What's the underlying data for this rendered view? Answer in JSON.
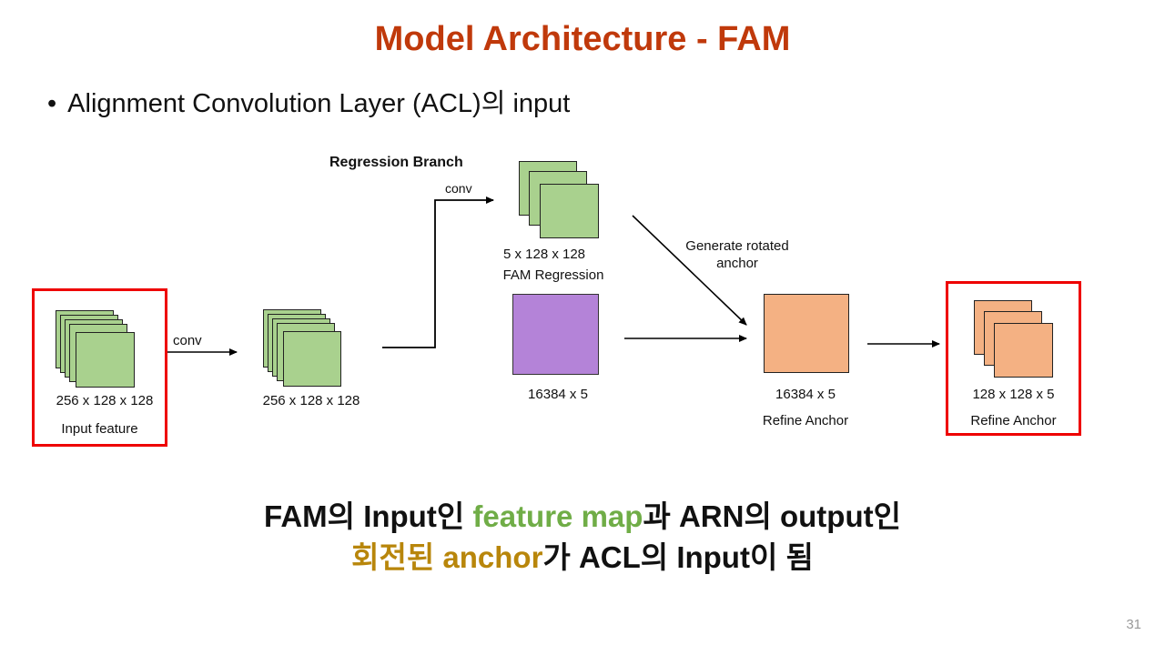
{
  "slide": {
    "title": "Model Architecture  - FAM",
    "bullet_marker": "•",
    "bullet": "Alignment Convolution Layer (ACL)의 input",
    "page_number": "31"
  },
  "diagram": {
    "regression_branch": "Regression Branch",
    "conv_top": "conv",
    "conv_left": "conv",
    "input_dims": "256 x 128 x 128",
    "input_name": "Input feature",
    "conv_out_dims": "256 x 128 x 128",
    "fam_reg_dims": "5 x 128 x 128",
    "fam_reg_name": "FAM Regression",
    "purple_dims": "16384 x 5",
    "generate_label_line1": "Generate rotated",
    "generate_label_line2": "anchor",
    "refine1_dims": "16384 x 5",
    "refine1_name": "Refine Anchor",
    "refine2_dims": "128 x 128 x 5",
    "refine2_name": "Refine Anchor"
  },
  "message": {
    "line1_part1": "FAM의 Input인 ",
    "line1_highlight": "feature map",
    "line1_part2": "과 ARN의 output인",
    "line2_highlight": "회전된 anchor",
    "line2_part2": "가 ACL의 Input이 됨"
  },
  "colors": {
    "title": "#c0390b",
    "green_block": "#a9d18e",
    "orange_block": "#f4b183",
    "purple_block": "#b483d8",
    "highlight_box": "#ee0000",
    "highlight_green": "#70ad47",
    "highlight_gold": "#b8860b"
  }
}
